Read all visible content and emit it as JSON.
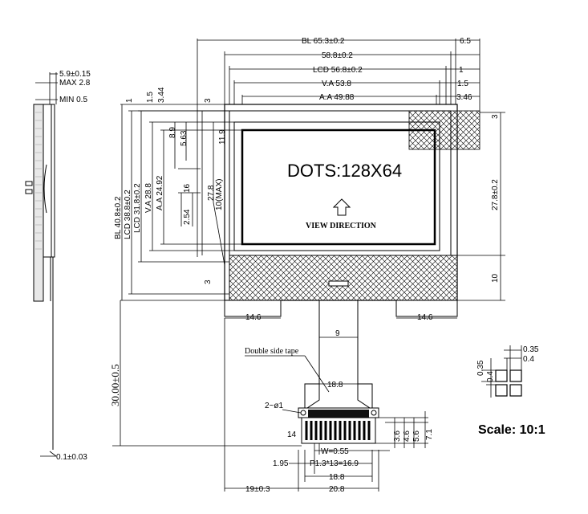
{
  "top_dims": {
    "bl": "BL 65.3±0.2",
    "bl_side": "6.5",
    "w588": "58.8±0.2",
    "lcd": "LCD 56.8±0.2",
    "lcd_side": "1",
    "va": "V.A 53.8",
    "va_side": "1.5",
    "aa": "A.A 49.88",
    "aa_side": "3.46"
  },
  "left_dims": {
    "bl": "BL 40.8±0.2",
    "lcd_outer": "LCD 38.8±0.2",
    "lcd": "LCD 31.8±0.2",
    "va": "V.A 28.8",
    "aa": "A.A 24.92",
    "one": "1",
    "one_five": "1.5",
    "three_44": "3.44",
    "three": "3",
    "three_bottom": "3",
    "d8_9": "8.9",
    "d5_63": "5.63",
    "d16": "16",
    "d2_54": "2.54",
    "d27_8": "27.8",
    "d11_9": "11.9",
    "d10max": "10(MAX)"
  },
  "right_dims": {
    "three": "3",
    "h27_8": "27.8±0.2",
    "ten": "10"
  },
  "side_view": {
    "d5_9": "5.9±0.15",
    "max": "MAX 2.8",
    "min": "MIN 0.5",
    "d0_1": "0.1±0.03"
  },
  "screen": {
    "dots": "DOTS:128X64",
    "view_direction": "VIEW DIRECTION"
  },
  "bottom_dims": {
    "tab_left": "14.6",
    "tab_right": "14.6",
    "fpc_width": "9",
    "double_side_tape": "Double side tape",
    "d18_8_top": "18.8",
    "holes": "2~ø1",
    "pin14": "14",
    "w": "W=0.55",
    "d1_95": "1.95",
    "pitch": "P1.3*13=16.9",
    "d18_8_bot": "18.8",
    "d19": "19±0.3",
    "d20_8": "20.8",
    "d3_6": "3.6",
    "d4_6": "4.6",
    "d5_6": "5.6",
    "d7_1": "7.1",
    "vert_30": "30.00±0.5"
  },
  "pixel_detail": {
    "a": "0.35",
    "b": "0.4",
    "c": "0.35",
    "d": "0.4",
    "scale": "Scale: 10:1"
  }
}
